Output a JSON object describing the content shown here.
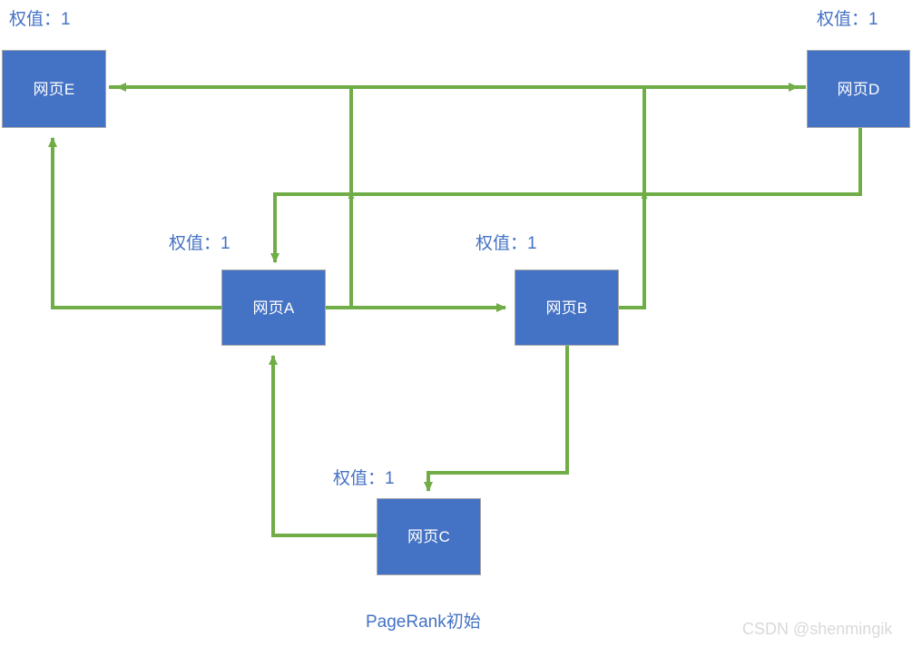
{
  "diagram": {
    "title": "PageRank初始",
    "watermark": "CSDN @shenmingik",
    "colors": {
      "node_fill": "#4472C4",
      "node_border": "#A6A6A6",
      "node_text": "#FFFFFF",
      "edge": "#70AD47",
      "label_text": "#4472C4",
      "background": "#FFFFFF",
      "watermark_text": "#D9D9D9"
    },
    "nodes": [
      {
        "id": "E",
        "label": "网页E",
        "weight_label": "权值：1"
      },
      {
        "id": "D",
        "label": "网页D",
        "weight_label": "权值：1"
      },
      {
        "id": "A",
        "label": "网页A",
        "weight_label": "权值：1"
      },
      {
        "id": "B",
        "label": "网页B",
        "weight_label": "权值：1"
      },
      {
        "id": "C",
        "label": "网页C",
        "weight_label": "权值：1"
      }
    ],
    "edges": [
      {
        "from": "D",
        "to": "E",
        "arrow": "left"
      },
      {
        "from": "E",
        "to": "D",
        "arrow": "right"
      },
      {
        "from": "A",
        "to": "E",
        "arrow": "up"
      },
      {
        "from": "A",
        "to": "B",
        "arrow": "right"
      },
      {
        "from": "A",
        "to": "D",
        "arrow": "up"
      },
      {
        "from": "B",
        "to": "E",
        "arrow": "up"
      },
      {
        "from": "D",
        "to": "B",
        "arrow": "up"
      },
      {
        "from": "B",
        "to": "C",
        "arrow": "down"
      },
      {
        "from": "C",
        "to": "A",
        "arrow": "up"
      },
      {
        "from": "unknown",
        "to": "A",
        "arrow": "down"
      }
    ]
  }
}
